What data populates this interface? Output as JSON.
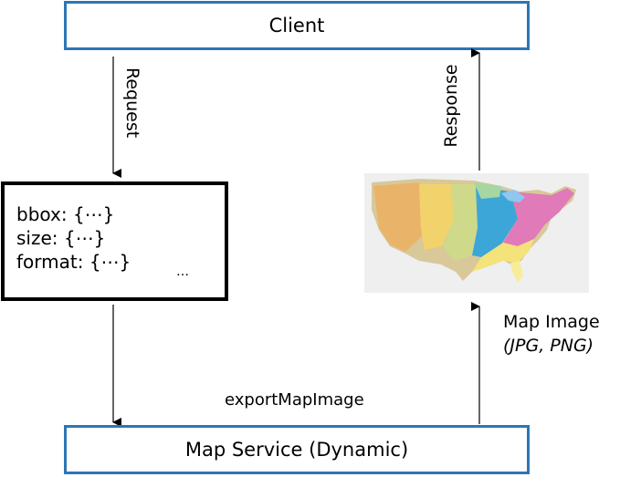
{
  "client": {
    "label": "Client"
  },
  "map_service": {
    "label": "Map Service (Dynamic)"
  },
  "request": {
    "label": "Request",
    "params": [
      "bbox: {⋯}",
      "size: {⋯}",
      "format: {⋯}"
    ],
    "more": "…"
  },
  "response": {
    "label": "Response"
  },
  "operation": {
    "label": "exportMapImage"
  },
  "map_image": {
    "title": "Map Image",
    "formats": "(JPG, PNG)"
  },
  "colors": {
    "box_border": "#2e75b6",
    "params_border": "#000000",
    "map_bg": "#efefef"
  }
}
